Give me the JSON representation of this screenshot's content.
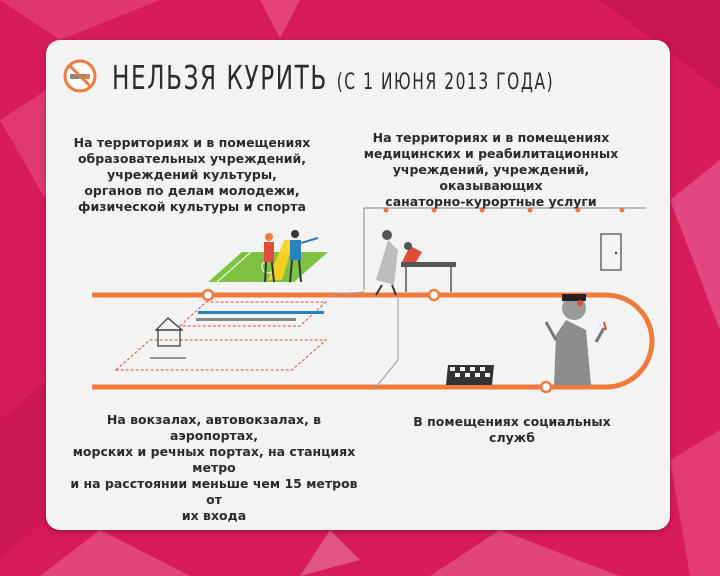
{
  "header": {
    "title": "НЕЛЬЗЯ КУРИТЬ",
    "subtitle": "(С 1 ИЮНЯ 2013 ГОДА)"
  },
  "captions": {
    "education": "На территориях и в помещениях\nобразовательных учреждений,\nучреждений культуры,\nорганов по делам молодежи,\nфизической культуры и спорта",
    "medical": "На территориях и в помещениях\nмедицинских и реабилитационных\nучреждений, учреждений, оказывающих\nсанаторно-курортные услуги",
    "transport": "На вокзалах, автовокзалах, в аэропортах,\nморских и речных портах, на станциях метро\nи на расстоянии меньше чем 15 метров от\nих входа",
    "social": "В помещениях социальных служб"
  },
  "icons": {
    "no_smoking": "no-smoking-icon"
  },
  "colors": {
    "background": "#d81b5b",
    "card": "#f4f3f3",
    "route": "#f07a3c",
    "field": "#7fc242",
    "highlight": "#ffd21f",
    "rail": "#2a7fc1",
    "text": "#2b2b2b"
  }
}
